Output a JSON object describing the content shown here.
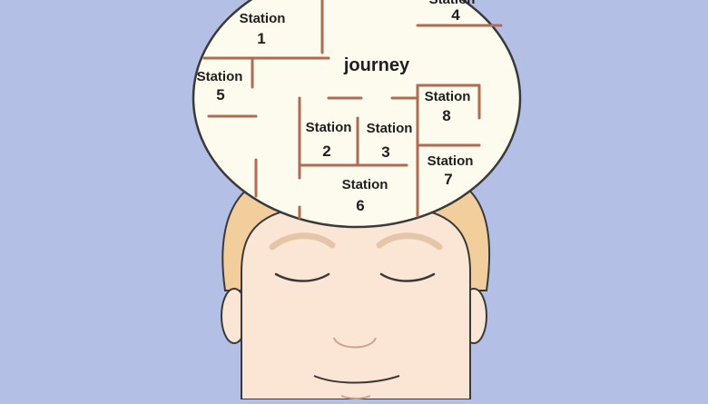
{
  "illustration": {
    "word": "journey",
    "stations": [
      {
        "label": "Station",
        "number": "1"
      },
      {
        "label": "Station",
        "number": "2"
      },
      {
        "label": "Station",
        "number": "3"
      },
      {
        "label": "Station",
        "number": "4"
      },
      {
        "label": "Station",
        "number": "5"
      },
      {
        "label": "Station",
        "number": "6"
      },
      {
        "label": "Station",
        "number": "7"
      },
      {
        "label": "Station",
        "number": "8"
      }
    ]
  },
  "colors": {
    "background": "#b3bfe4",
    "thought_bubble": "#fdfaee",
    "outline": "#3a3a3a",
    "maze_wall": "#b06b52",
    "skin": "#fbe6d6",
    "hair": "#f2ce9c"
  },
  "icons": [
    "head-with-closed-eyes",
    "thought-bubble-maze"
  ]
}
